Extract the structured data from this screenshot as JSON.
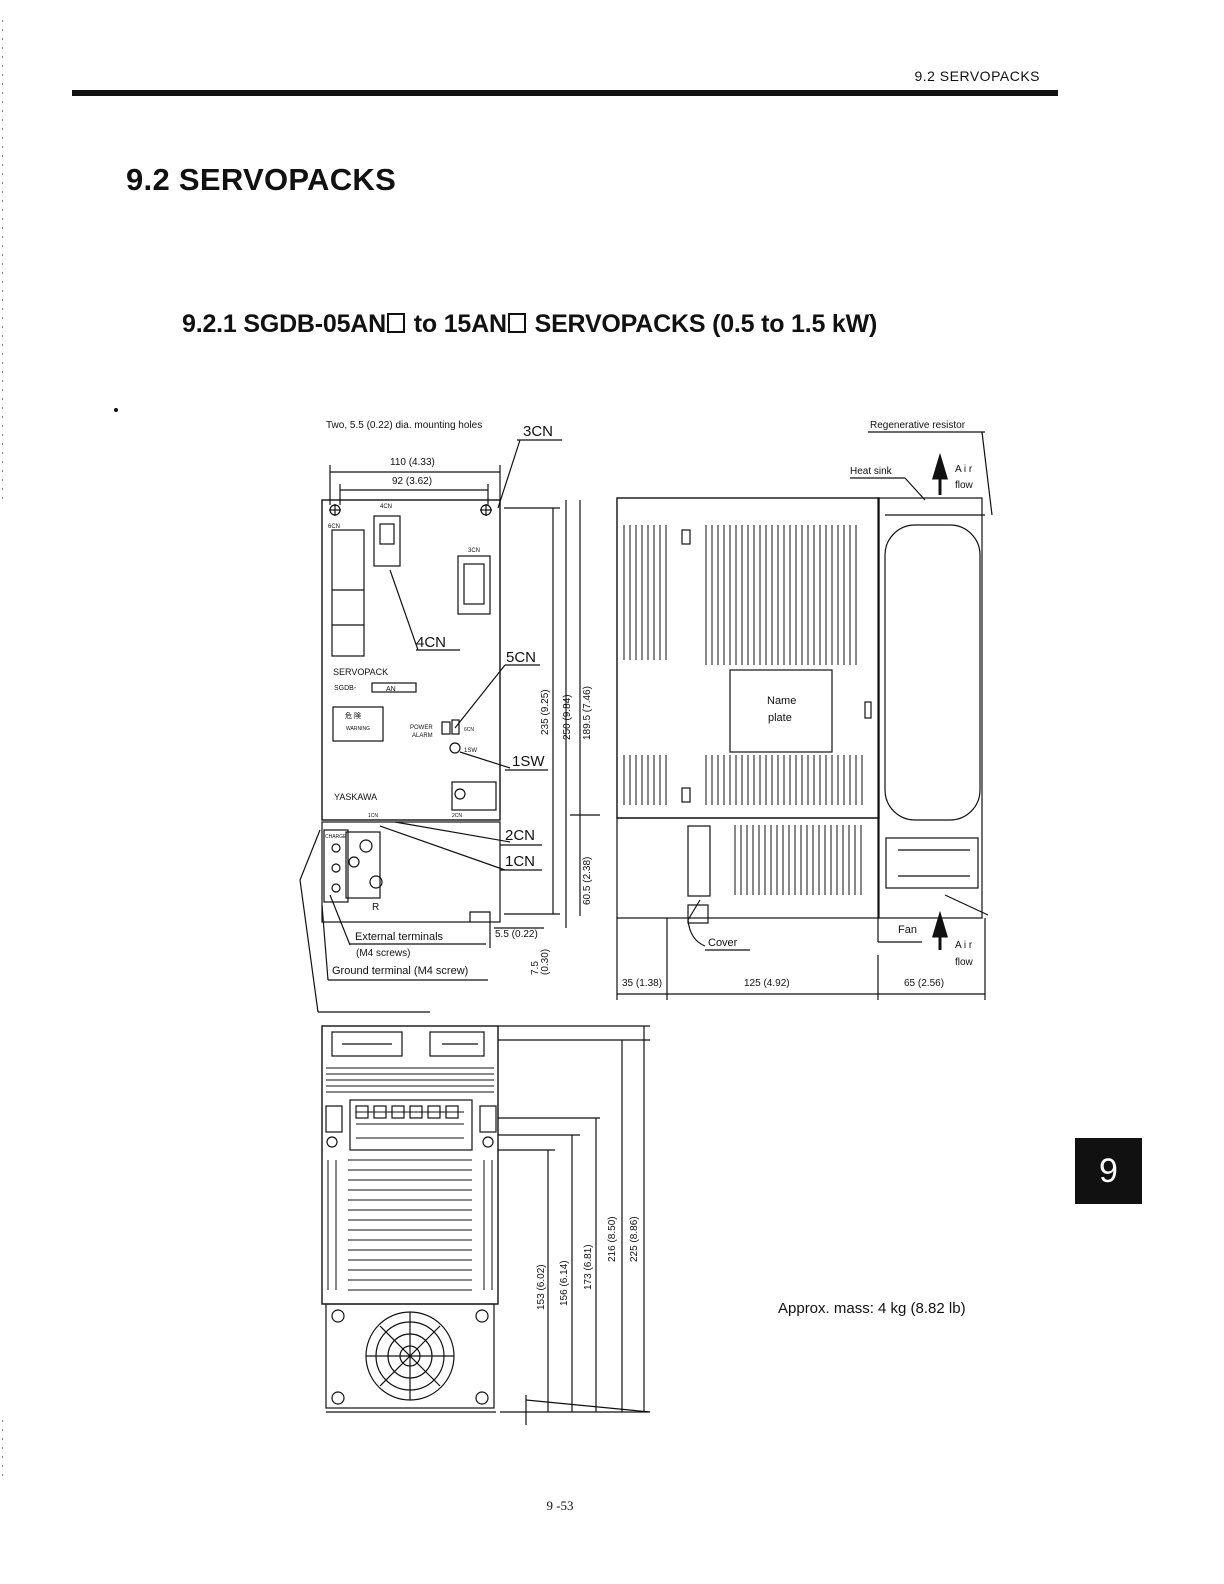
{
  "header": {
    "section": "9.2 SERVOPACKS"
  },
  "heading": "9.2 SERVOPACKS",
  "subheading": {
    "part1": "9.2.1 SGDB-05AN",
    "part2": "to 15AN",
    "part3": "SERVOPACKS (0.5 to 1.5 kW)"
  },
  "front_view": {
    "mounting_holes": "Two, 5.5 (0.22) dia. mounting holes",
    "dim_110": "110 (4.33)",
    "dim_92": "92 (3.62)",
    "label_3cn": "3CN",
    "label_4cn": "4CN",
    "label_5cn": "5CN",
    "label_1sw": "1SW",
    "label_2cn": "2CN",
    "label_1cn": "1CN",
    "small_4cn": "4CN",
    "small_6cn": "6CN",
    "small_3cn": "3CN",
    "servopack": "SERVOPACK",
    "model": "SGDB-",
    "model_box": "AN",
    "power": "POWER",
    "alarm": "ALARM",
    "cn6": "6CN",
    "sw1": "1SW",
    "warning_jp": "危 険",
    "warning": "WARNING",
    "brand": "YASKAWA",
    "small_1cn": "1CN",
    "small_2cn": "2CN",
    "charge": "CHARGE",
    "terminal_r": "R",
    "ext_terminals": "External terminals",
    "ext_screws": "(M4 screws)",
    "ground": "Ground terminal (M4 screw)",
    "dim_5_5": "5.5 (0.22)",
    "dim_7_5a": "7.5",
    "dim_7_5b": "(0.30)",
    "dim_235": "235 (9.25)",
    "dim_250": "250 (9.84)",
    "dim_189": "189.5 (7.46)",
    "dim_60": "60.5 (2.38)"
  },
  "side_view": {
    "regen": "Regenerative resistor",
    "heat_sink": "Heat sink",
    "air": "A i r",
    "flow": "flow",
    "name": "Name",
    "plate": "plate",
    "cover": "Cover",
    "fan": "Fan",
    "air2": "A i r",
    "flow2": "flow",
    "dim_35": "35 (1.38)",
    "dim_125": "125 (4.92)",
    "dim_65": "65 (2.56)"
  },
  "bottom_view": {
    "dim_153": "153 (6.02)",
    "dim_156": "156 (6.14)",
    "dim_173": "173 (6.81)",
    "dim_216": "216 (8.50)",
    "dim_225": "225 (8.86)"
  },
  "mass": "Approx. mass: 4 kg (8.82 lb)",
  "tab": "9",
  "page_number": "9 -53"
}
